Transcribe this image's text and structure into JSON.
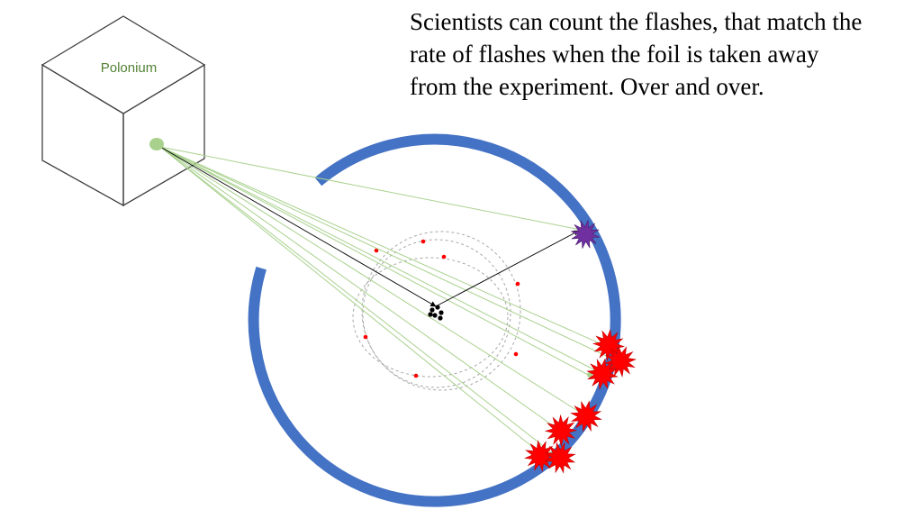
{
  "caption": {
    "lines": [
      "Scientists can count the flashes, that match the",
      "rate of flashes when the foil is taken away",
      "from the experiment.  Over and over."
    ]
  },
  "source_box": {
    "label": "Polonium"
  },
  "colors": {
    "label": "#548235",
    "source": "#a9d18e",
    "screen": "#4472c4",
    "ray": "#a9d18e",
    "flash_hit": "#ff0000",
    "flash_deflected": "#7030a0",
    "electron": "#ff0000",
    "nucleus": "#000000"
  },
  "icons": {
    "source": "alpha-source-dot-icon",
    "flash": "scintillation-flash-icon",
    "nucleus": "gold-nucleus-icon"
  }
}
